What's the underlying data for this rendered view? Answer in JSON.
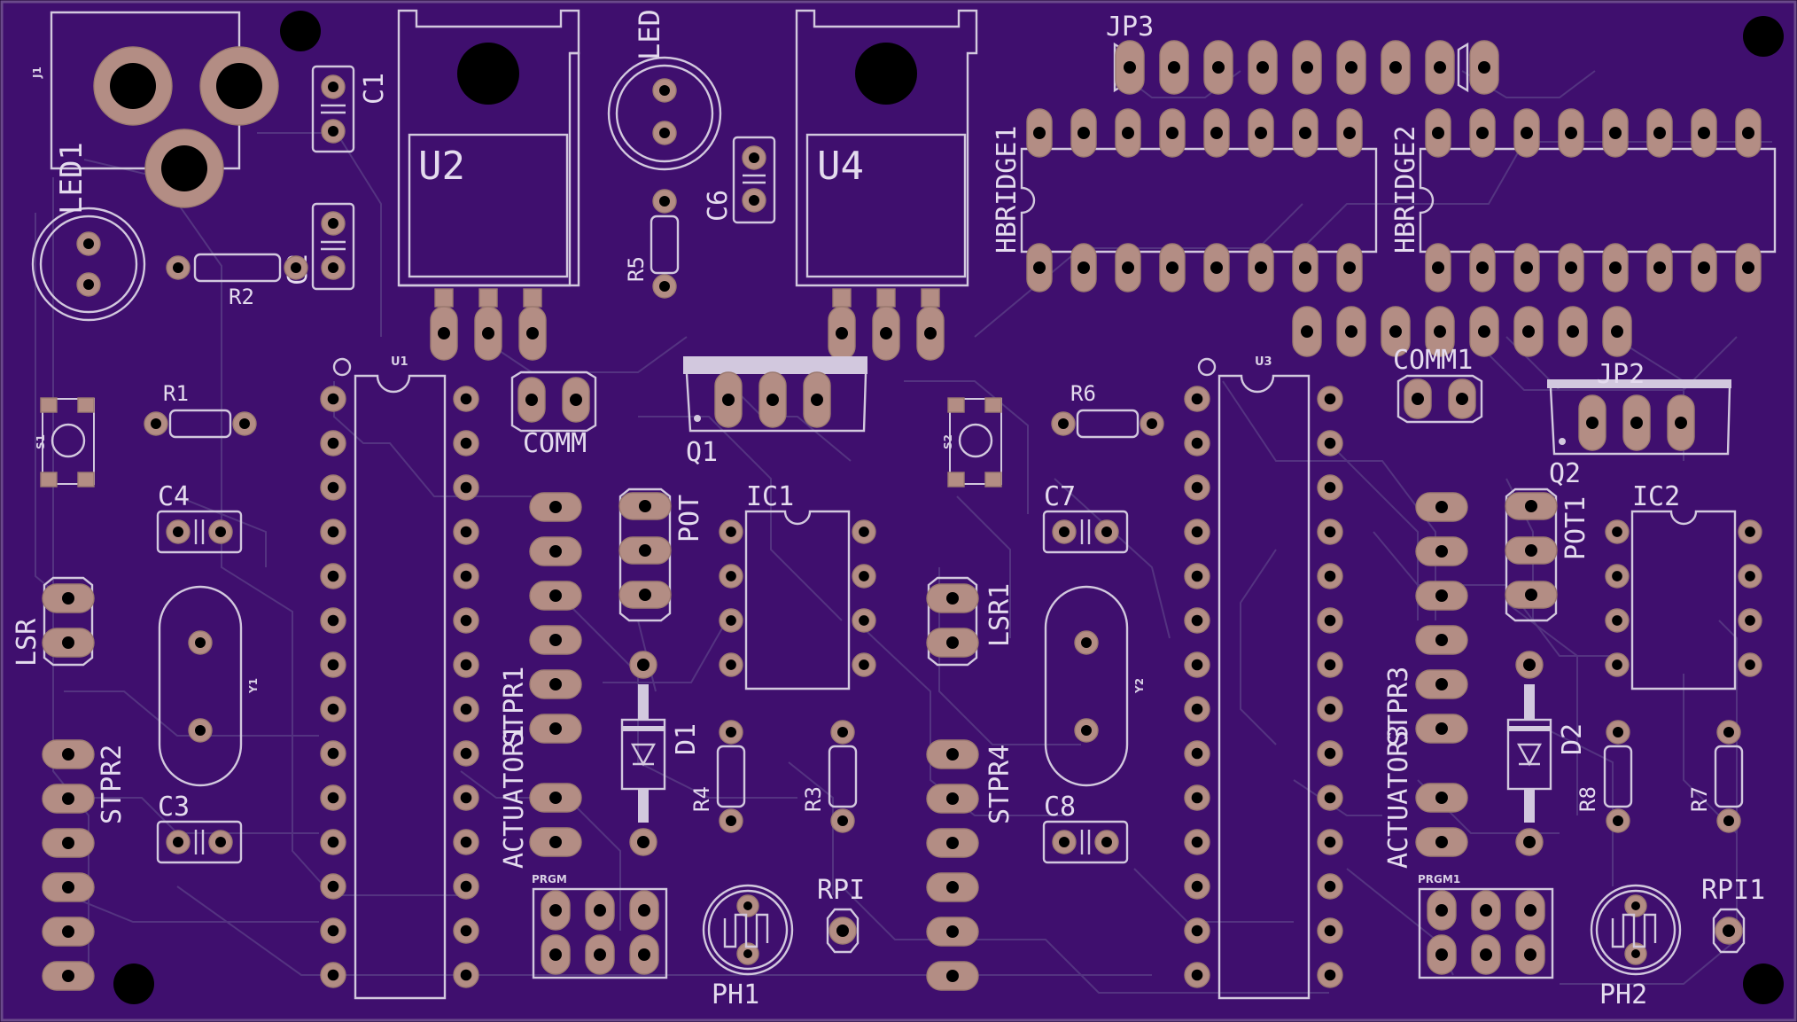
{
  "colors": {
    "board": "#3f0f6e",
    "silkscreen": "#d2c8de",
    "pad": "#b38d84",
    "drill": "#000000",
    "trace": "#5a3d86"
  },
  "labels": {
    "j1": "J1",
    "led1": "LED1",
    "c1": "C1",
    "c2": "C2",
    "r2": "R2",
    "u2": "U2",
    "led": "LED",
    "c6": "C6",
    "r5": "R5",
    "u4": "U4",
    "jp3": "JP3",
    "hbridge1": "HBRIDGE1",
    "hbridge2": "HBRIDGE2",
    "comm1": "COMM1",
    "jp2": "JP2",
    "s1": "S1",
    "r1": "R1",
    "u1": "U1",
    "comm": "COMM",
    "q1": "Q1",
    "s2": "S2",
    "r6": "R6",
    "u3": "U3",
    "q2": "Q2",
    "c4": "C4",
    "pot": "POT",
    "ic1": "IC1",
    "c7": "C7",
    "pot1": "POT1",
    "ic2": "IC2",
    "lsr": "LSR",
    "y1": "Y1",
    "actuator1": "ACTUATOR1",
    "stpr1": "STPR1",
    "d1": "D1",
    "lsr1": "LSR1",
    "y2": "Y2",
    "actuator3": "ACTUATOR3",
    "stpr3": "STPR3",
    "d2": "D2",
    "stpr2": "STPR2",
    "r4": "R4",
    "r3": "R3",
    "stpr4": "STPR4",
    "r8": "R8",
    "r7": "R7",
    "c3": "C3",
    "c8": "C8",
    "prgm": "PRGM",
    "rpi": "RPI",
    "ph1": "PH1",
    "prgm1": "PRGM1",
    "rpi1": "RPI1",
    "ph2": "PH2"
  }
}
